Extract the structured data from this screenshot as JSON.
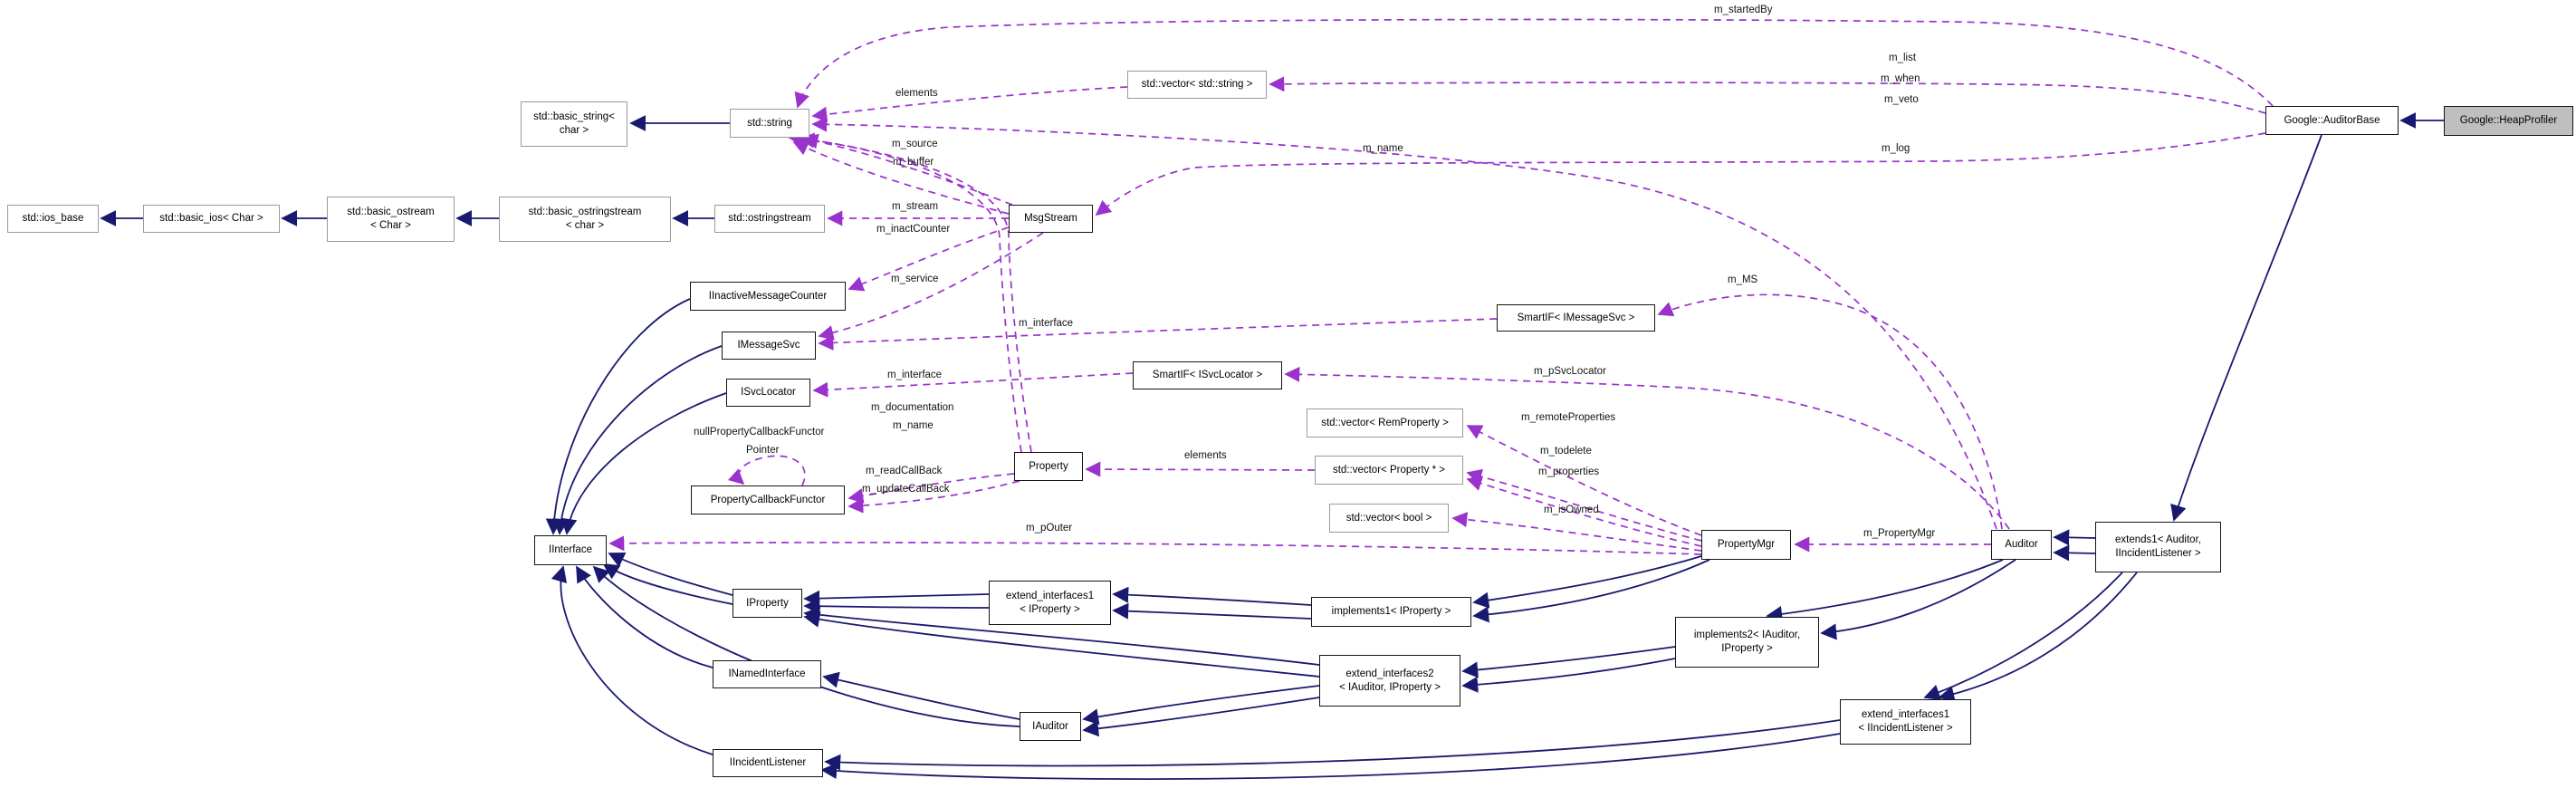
{
  "diagram": {
    "kind": "doxygen-collaboration-graph",
    "focus_class": "Google::HeapProfiler",
    "colors": {
      "background": "#ffffff",
      "inheritance_edge": "#191970",
      "usage_edge": "#9a32cd",
      "class_border": "#141414",
      "external_border": "#9a9a9a",
      "focus_fill": "#bfbfbf",
      "node_fill": "#ffffff"
    },
    "nodes": {
      "basic_string": {
        "l1": "std::basic_string<",
        "l2": "char >"
      },
      "string": {
        "l1": "std::string"
      },
      "vector_string": {
        "l1": "std::vector< std::string >"
      },
      "auditor_base": {
        "l1": "Google::AuditorBase"
      },
      "heap_profiler": {
        "l1": "Google::HeapProfiler"
      },
      "ios_base": {
        "l1": "std::ios_base"
      },
      "basic_ios": {
        "l1": "std::basic_ios< Char >"
      },
      "basic_ostream": {
        "l1": "std::basic_ostream",
        "l2": "< Char >"
      },
      "basic_ostringstream": {
        "l1": "std::basic_ostringstream",
        "l2": "< char >"
      },
      "ostringstream": {
        "l1": "std::ostringstream"
      },
      "msgstream": {
        "l1": "MsgStream"
      },
      "iinactive": {
        "l1": "IInactiveMessageCounter"
      },
      "imessagesvc": {
        "l1": "IMessageSvc"
      },
      "isvclocator": {
        "l1": "ISvcLocator"
      },
      "smartif_msg": {
        "l1": "SmartIF< IMessageSvc >"
      },
      "smartif_svc": {
        "l1": "SmartIF< ISvcLocator >"
      },
      "vector_rem": {
        "l1": "std::vector< RemProperty >"
      },
      "property": {
        "l1": "Property"
      },
      "vector_prop": {
        "l1": "std::vector< Property * >"
      },
      "vector_bool": {
        "l1": "std::vector< bool >"
      },
      "propertymgr": {
        "l1": "PropertyMgr"
      },
      "auditor": {
        "l1": "Auditor"
      },
      "extends1": {
        "l1": "extends1< Auditor,",
        "l2": "IIncidentListener >"
      },
      "iinterface": {
        "l1": "IInterface"
      },
      "pcf": {
        "l1": "PropertyCallbackFunctor"
      },
      "iproperty": {
        "l1": "IProperty"
      },
      "ext1_iprop": {
        "l1": "extend_interfaces1",
        "l2": "< IProperty >"
      },
      "impl1": {
        "l1": "implements1< IProperty >"
      },
      "impl2": {
        "l1": "implements2< IAuditor,",
        "l2": "IProperty >"
      },
      "inamed": {
        "l1": "INamedInterface"
      },
      "ext2": {
        "l1": "extend_interfaces2",
        "l2": "< IAuditor, IProperty >"
      },
      "iauditor": {
        "l1": "IAuditor"
      },
      "iincident": {
        "l1": "IIncidentListener"
      },
      "ext1_iincident": {
        "l1": "extend_interfaces1",
        "l2": "< IIncidentListener >"
      }
    },
    "labels": {
      "m_startedBy": "m_startedBy",
      "m_list": "m_list",
      "m_when": "m_when",
      "m_veto": "m_veto",
      "elements_top": "elements",
      "m_name_auditor": "m_name",
      "m_log": "m_log",
      "m_source": "m_source",
      "m_buffer": "m_buffer",
      "m_stream": "m_stream",
      "m_inactCounter": "m_inactCounter",
      "m_service": "m_service",
      "m_MS": "m_MS",
      "m_interface_1": "m_interface",
      "m_interface_2": "m_interface",
      "m_pSvcLocator": "m_pSvcLocator",
      "m_remoteProperties": "m_remoteProperties",
      "m_documentation": "m_documentation",
      "m_name_property": "m_name",
      "null_pcf_1": "nullPropertyCallbackFunctor",
      "null_pcf_2": "Pointer",
      "m_readCallBack": "m_readCallBack",
      "m_updateCallBack": "m_updateCallBack",
      "elements_property": "elements",
      "m_todelete": "m_todelete",
      "m_properties": "m_properties",
      "m_isOwned": "m_isOwned",
      "m_pOuter": "m_pOuter",
      "m_PropertyMgr": "m_PropertyMgr"
    },
    "edges": [
      {
        "from": "Google::HeapProfiler",
        "to": "Google::AuditorBase",
        "kind": "inheritance"
      },
      {
        "from": "Google::AuditorBase",
        "to": "extends1< Auditor, IIncidentListener >",
        "kind": "inheritance"
      },
      {
        "from": "extends1< Auditor, IIncidentListener >",
        "to": "Auditor",
        "kind": "inheritance"
      },
      {
        "from": "extends1< Auditor, IIncidentListener >",
        "to": "extend_interfaces1< IIncidentListener >",
        "kind": "inheritance"
      },
      {
        "from": "Auditor",
        "to": "implements2< IAuditor, IProperty >",
        "kind": "inheritance"
      },
      {
        "from": "implements2< IAuditor, IProperty >",
        "to": "extend_interfaces2< IAuditor, IProperty >",
        "kind": "inheritance"
      },
      {
        "from": "PropertyMgr",
        "to": "implements1< IProperty >",
        "kind": "inheritance"
      },
      {
        "from": "implements1< IProperty >",
        "to": "extend_interfaces1< IProperty >",
        "kind": "inheritance"
      },
      {
        "from": "extend_interfaces1< IProperty >",
        "to": "IProperty",
        "kind": "inheritance"
      },
      {
        "from": "extend_interfaces2< IAuditor, IProperty >",
        "to": "IProperty",
        "kind": "inheritance"
      },
      {
        "from": "extend_interfaces2< IAuditor, IProperty >",
        "to": "IAuditor",
        "kind": "inheritance"
      },
      {
        "from": "extend_interfaces1< IIncidentListener >",
        "to": "IIncidentListener",
        "kind": "inheritance"
      },
      {
        "from": "IAuditor",
        "to": "INamedInterface",
        "kind": "inheritance"
      },
      {
        "from": "IProperty",
        "to": "IInterface",
        "kind": "inheritance"
      },
      {
        "from": "INamedInterface",
        "to": "IInterface",
        "kind": "inheritance"
      },
      {
        "from": "IIncidentListener",
        "to": "IInterface",
        "kind": "inheritance"
      },
      {
        "from": "IMessageSvc",
        "to": "IInterface",
        "kind": "inheritance"
      },
      {
        "from": "ISvcLocator",
        "to": "IInterface",
        "kind": "inheritance"
      },
      {
        "from": "IInactiveMessageCounter",
        "to": "IInterface",
        "kind": "inheritance"
      },
      {
        "from": "std::string",
        "to": "std::basic_string< char >",
        "kind": "inheritance"
      },
      {
        "from": "std::basic_ios< Char >",
        "to": "std::ios_base",
        "kind": "inheritance"
      },
      {
        "from": "std::basic_ostream< Char >",
        "to": "std::basic_ios< Char >",
        "kind": "inheritance"
      },
      {
        "from": "std::basic_ostringstream< char >",
        "to": "std::basic_ostream< Char >",
        "kind": "inheritance"
      },
      {
        "from": "std::ostringstream",
        "to": "std::basic_ostringstream< char >",
        "kind": "inheritance"
      },
      {
        "from": "Google::AuditorBase",
        "to": "std::string",
        "kind": "usage",
        "label": "m_startedBy"
      },
      {
        "from": "Google::AuditorBase",
        "to": "std::vector< std::string >",
        "kind": "usage",
        "label": "m_list, m_when, m_veto"
      },
      {
        "from": "Google::AuditorBase",
        "to": "MsgStream",
        "kind": "usage",
        "label": "m_log"
      },
      {
        "from": "std::vector< std::string >",
        "to": "std::string",
        "kind": "usage",
        "label": "elements"
      },
      {
        "from": "Auditor",
        "to": "std::string",
        "kind": "usage",
        "label": "m_name"
      },
      {
        "from": "Auditor",
        "to": "SmartIF< IMessageSvc >",
        "kind": "usage",
        "label": "m_MS"
      },
      {
        "from": "Auditor",
        "to": "SmartIF< ISvcLocator >",
        "kind": "usage",
        "label": "m_pSvcLocator"
      },
      {
        "from": "Auditor",
        "to": "PropertyMgr",
        "kind": "usage",
        "label": "m_PropertyMgr"
      },
      {
        "from": "SmartIF< IMessageSvc >",
        "to": "IMessageSvc",
        "kind": "usage",
        "label": "m_interface"
      },
      {
        "from": "SmartIF< ISvcLocator >",
        "to": "ISvcLocator",
        "kind": "usage",
        "label": "m_interface"
      },
      {
        "from": "MsgStream",
        "to": "std::string",
        "kind": "usage",
        "label": "m_source, m_buffer"
      },
      {
        "from": "MsgStream",
        "to": "std::ostringstream",
        "kind": "usage",
        "label": "m_stream"
      },
      {
        "from": "MsgStream",
        "to": "IInactiveMessageCounter",
        "kind": "usage",
        "label": "m_inactCounter"
      },
      {
        "from": "MsgStream",
        "to": "IMessageSvc",
        "kind": "usage",
        "label": "m_service"
      },
      {
        "from": "Property",
        "to": "std::string",
        "kind": "usage",
        "label": "m_documentation, m_name"
      },
      {
        "from": "Property",
        "to": "PropertyCallbackFunctor",
        "kind": "usage",
        "label": "m_readCallBack, m_updateCallBack"
      },
      {
        "from": "PropertyCallbackFunctor",
        "to": "PropertyCallbackFunctor",
        "kind": "usage",
        "label": "nullPropertyCallbackFunctorPointer"
      },
      {
        "from": "PropertyMgr",
        "to": "std::vector< RemProperty >",
        "kind": "usage",
        "label": "m_remoteProperties"
      },
      {
        "from": "PropertyMgr",
        "to": "std::vector< Property * >",
        "kind": "usage",
        "label": "m_todelete, m_properties"
      },
      {
        "from": "PropertyMgr",
        "to": "std::vector< bool >",
        "kind": "usage",
        "label": "m_isOwned"
      },
      {
        "from": "PropertyMgr",
        "to": "IInterface",
        "kind": "usage",
        "label": "m_pOuter"
      },
      {
        "from": "std::vector< Property * >",
        "to": "Property",
        "kind": "usage",
        "label": "elements"
      }
    ]
  }
}
